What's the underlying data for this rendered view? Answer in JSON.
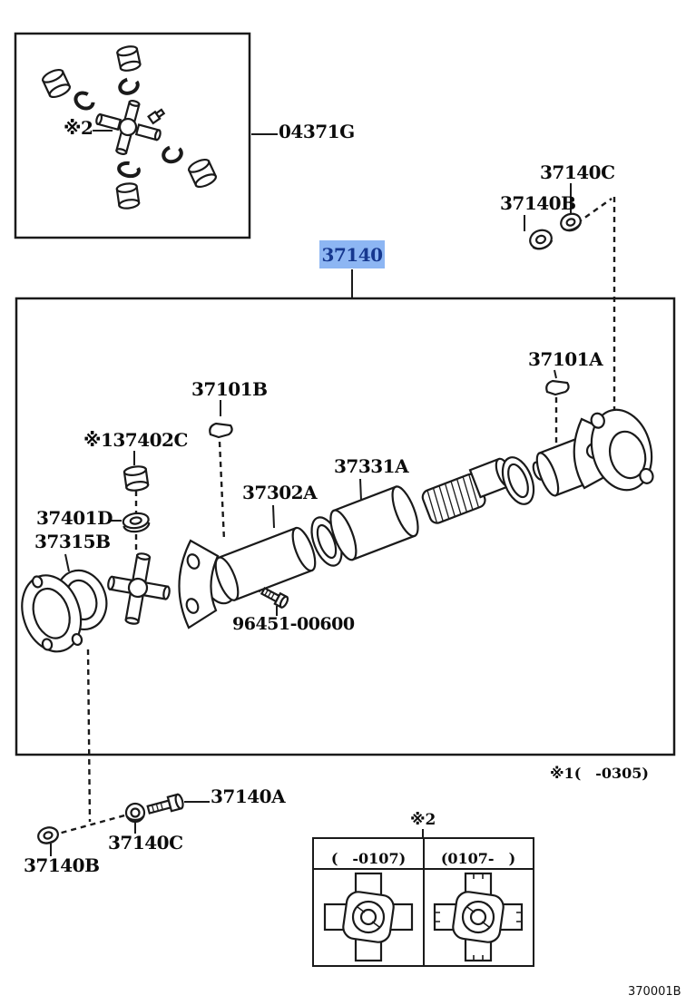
{
  "page": {
    "bg": "#ffffff",
    "diagram_code": "370001B"
  },
  "highlight": {
    "bg": "#8db6f3",
    "text": "#16388f"
  },
  "kit_box": {
    "ref": "※2",
    "callout": "04371G"
  },
  "top_fasteners": {
    "nut": "37140C",
    "washer": "37140B"
  },
  "main_label": "37140",
  "assembly": {
    "clip_right": "37101A",
    "clip_left": "37101B",
    "spider_kit": "※137402C",
    "washer": "37401D",
    "flange": "37315B",
    "shaft_tube": "37302A",
    "dust_cover": "37331A",
    "bolt": "96451-00600",
    "note": "※1(　-0305)"
  },
  "bottom_fasteners": {
    "bolt": "37140A",
    "washer": "37140C",
    "nut": "37140B"
  },
  "variant_table": {
    "ref": "※2",
    "headers": [
      "(　-0107)",
      "(0107-　)"
    ]
  }
}
